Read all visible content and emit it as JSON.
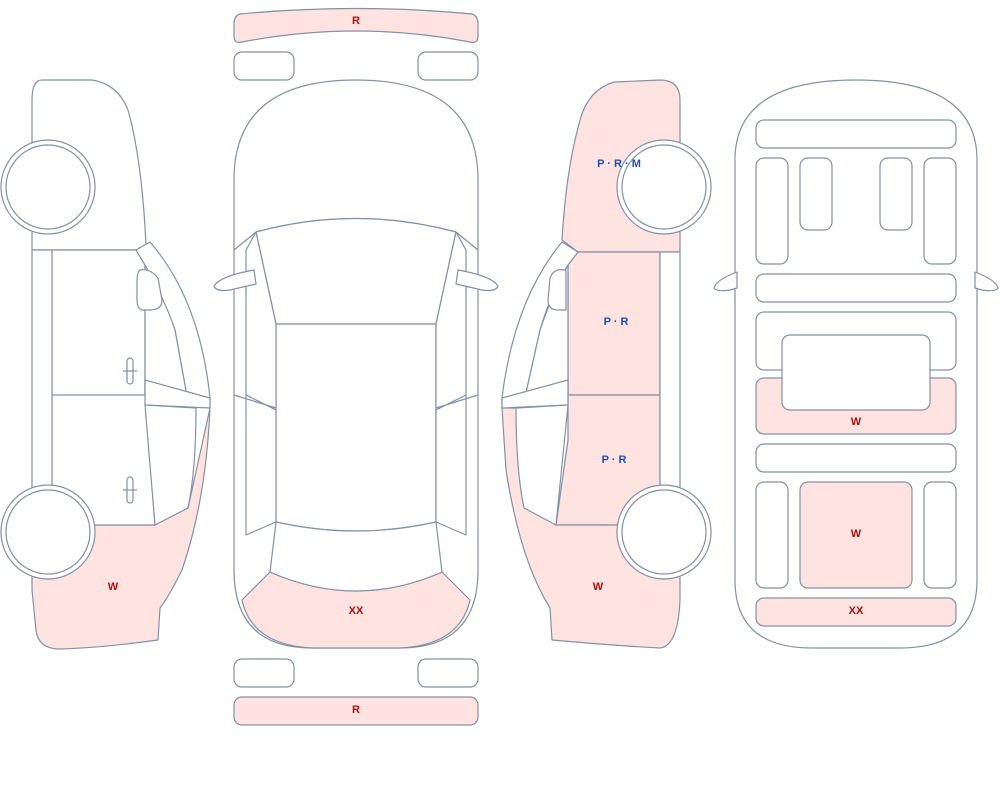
{
  "legend_colors": {
    "damage_fill": "#fee3e0",
    "outline": "#8390a6",
    "code_red": "#b30d0d",
    "code_blue": "#1f4fbf"
  },
  "codes": {
    "front_bumper": "R",
    "rear_bumper": "R",
    "top_hood": "XX",
    "left_rear_quarter": "W",
    "right_front_fender": "P · R · M",
    "right_front_door": "P · R",
    "right_rear_door": "P · R",
    "right_rear_quarter": "W",
    "interior_rear_seat": "W",
    "interior_cargo": "W",
    "interior_rear_panel": "XX"
  }
}
